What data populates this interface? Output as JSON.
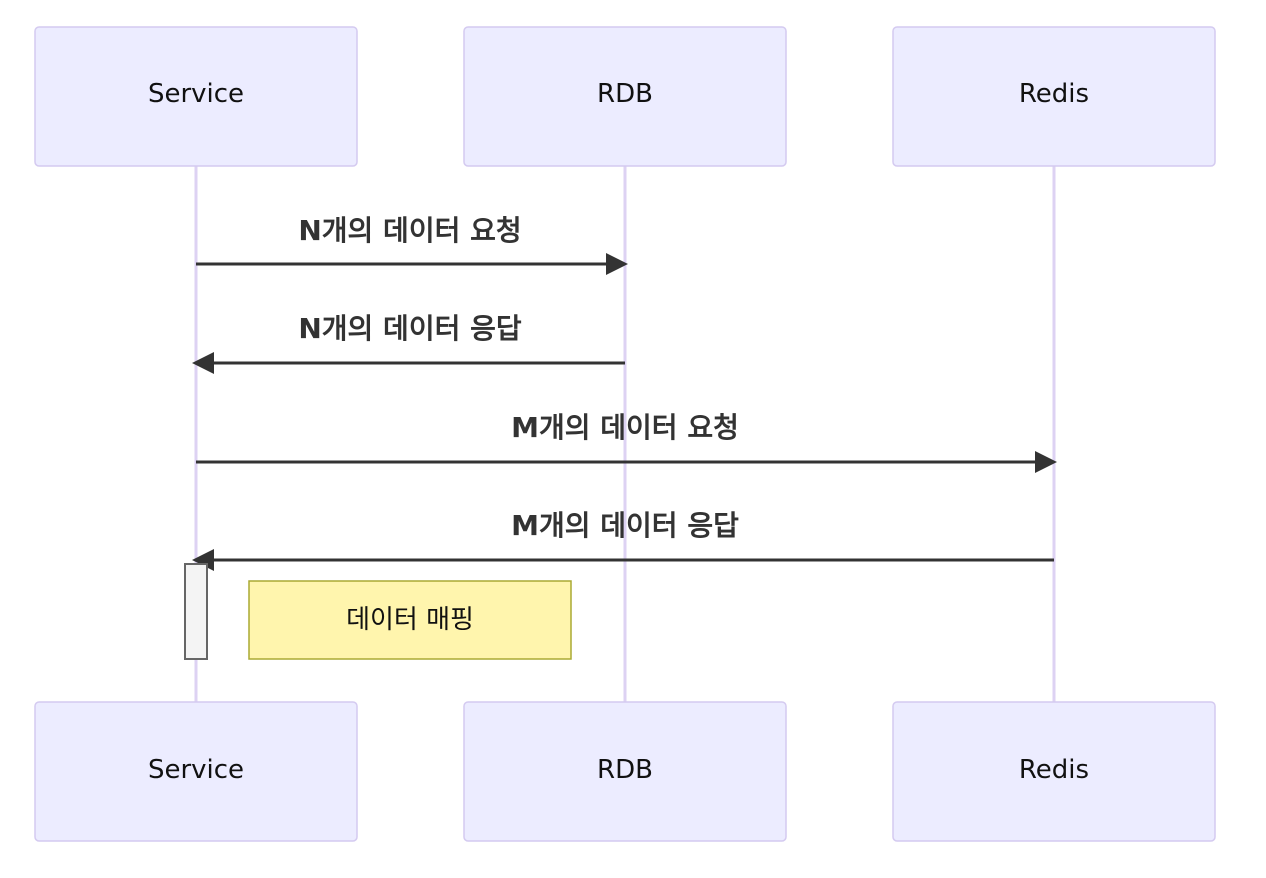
{
  "participants": [
    {
      "id": "service",
      "label": "Service"
    },
    {
      "id": "rdb",
      "label": "RDB"
    },
    {
      "id": "redis",
      "label": "Redis"
    }
  ],
  "messages": [
    {
      "from": "service",
      "to": "rdb",
      "label": "N개의 데이터 요청"
    },
    {
      "from": "rdb",
      "to": "service",
      "label": "N개의 데이터 응답"
    },
    {
      "from": "service",
      "to": "redis",
      "label": "M개의 데이터 요청"
    },
    {
      "from": "redis",
      "to": "service",
      "label": "M개의 데이터 응답"
    }
  ],
  "note": {
    "over": "service",
    "label": "데이터 매핑"
  },
  "colors": {
    "actor_fill": "#ececff",
    "actor_border": "#d4caf0",
    "lifeline": "#ddd2f3",
    "message": "#333333",
    "note_fill": "#fff5ad",
    "note_border": "#aaaa33",
    "activation_fill": "#f4f4f4"
  }
}
